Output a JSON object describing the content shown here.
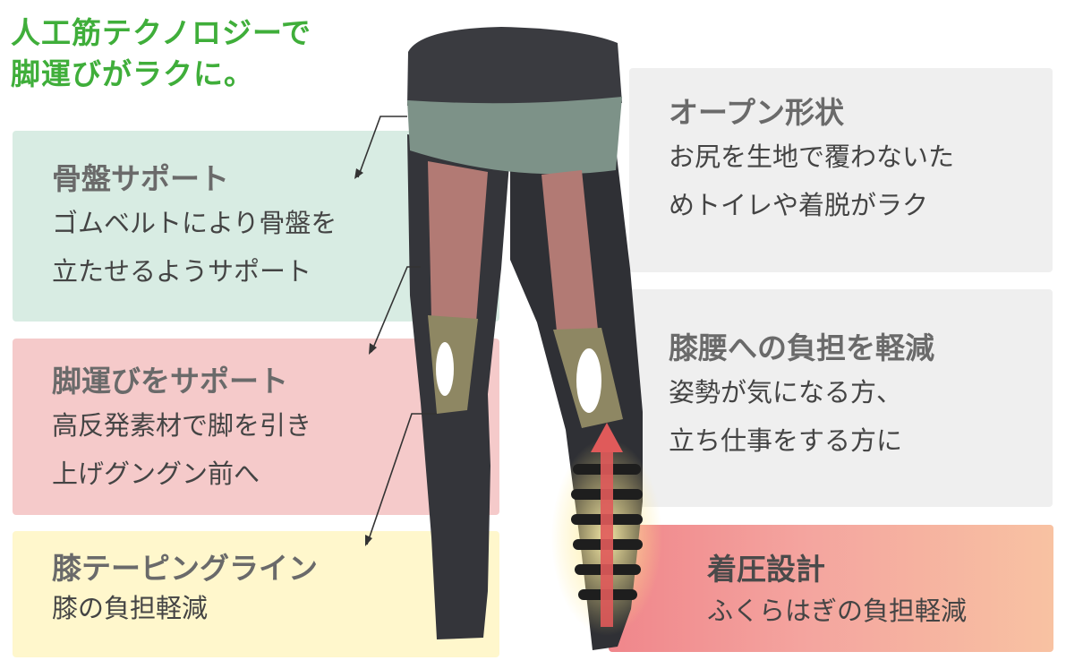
{
  "headline": {
    "line1": "人工筋テクノロジーで",
    "line2": "脚運びがラクに。"
  },
  "panels": {
    "pelvis": {
      "title": "骨盤サポート",
      "line1": "ゴムベルトにより骨盤を",
      "line2": "立たせるようサポート"
    },
    "stride": {
      "title": "脚運びをサポート",
      "line1": "高反発素材で脚を引き",
      "line2": "上げグングン前へ"
    },
    "knee_tape": {
      "title": "膝テーピングライン",
      "line1": "膝の負担軽減"
    },
    "open_shape": {
      "title": "オープン形状",
      "line1": "お尻を生地で覆わないた",
      "line2": "めトイレや着脱がラク"
    },
    "knee_back": {
      "title": "膝腰への負担を軽減",
      "line1": "姿勢が気になる方、",
      "line2": "立ち仕事をする方に"
    },
    "compression": {
      "title": "着圧設計",
      "line1": "ふくらはぎの負担軽減"
    }
  },
  "colors": {
    "headline": "#3fae3a",
    "pelvis_bg": "#d8ece3",
    "stride_bg": "#f5caca",
    "knee_bg": "#fff7cc",
    "gray_bg": "#efefef",
    "compression_start": "#f0868b",
    "compression_end": "#f8c2a2",
    "arrow": "#e05a5a"
  },
  "icons": {
    "arrow": "up-arrow-icon",
    "callout": "callout-arrow-icon"
  }
}
